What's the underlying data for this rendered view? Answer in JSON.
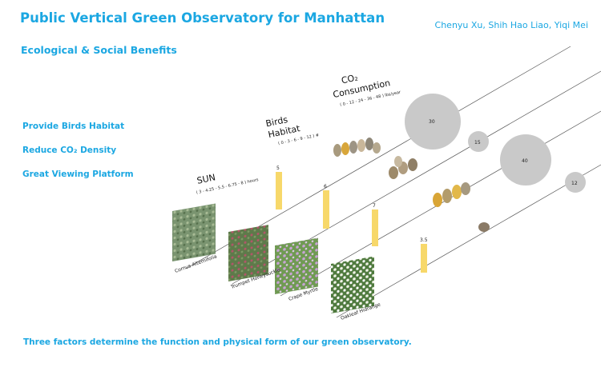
{
  "header": {
    "title": "Public Vertical Green Observatory for Manhattan",
    "subtitle": "Ecological & Social Benefits",
    "authors": "Chenyu Xu, Shih Hao Liao, Yiqi Mei"
  },
  "benefits": [
    "Provide Birds Habitat",
    "Reduce CO₂ Density",
    "Great Viewing Platform"
  ],
  "factors": {
    "sun": {
      "label": "SUN",
      "scale": "( 3 - 4.25 - 5.5 - 6.75 - 8 ) hours"
    },
    "birds": {
      "line1": "Birds",
      "line2": "Habitat",
      "scale": "( 0 - 3 - 6 - 9 - 12 ) #"
    },
    "co2": {
      "line1": "CO₂",
      "line2": "Consumption",
      "scale": "( 0 - 12 - 24 - 36 - 48 ) lbs/year"
    }
  },
  "plants": [
    {
      "name": "Cornus Alternifolia",
      "sun": "5",
      "co2": "30"
    },
    {
      "name": "Trumpet Honeysuckle",
      "sun": "6",
      "co2": "15"
    },
    {
      "name": "Crape Myrtle",
      "sun": "7",
      "co2": "40"
    },
    {
      "name": "Oakleaf Hidrange",
      "sun": "3.5",
      "co2": "12"
    }
  ],
  "chart_data": {
    "type": "table",
    "categories": [
      "Cornus Alternifolia",
      "Trumpet Honeysuckle",
      "Crape Myrtle",
      "Oakleaf Hidrange"
    ],
    "series": [
      {
        "name": "SUN",
        "values": [
          5,
          6,
          7,
          3.5
        ]
      },
      {
        "name": "Birds Habitat",
        "values": [
          6,
          4,
          4,
          1
        ]
      },
      {
        "name": "CO₂ Consumption",
        "values": [
          30,
          15,
          40,
          12
        ]
      }
    ]
  },
  "footer": "Three factors determine the function and physical form of our green observatory.",
  "colors": {
    "accent": "#1ba7e2",
    "bar": "#f7d86a",
    "bubble": "#c9c9c9"
  }
}
